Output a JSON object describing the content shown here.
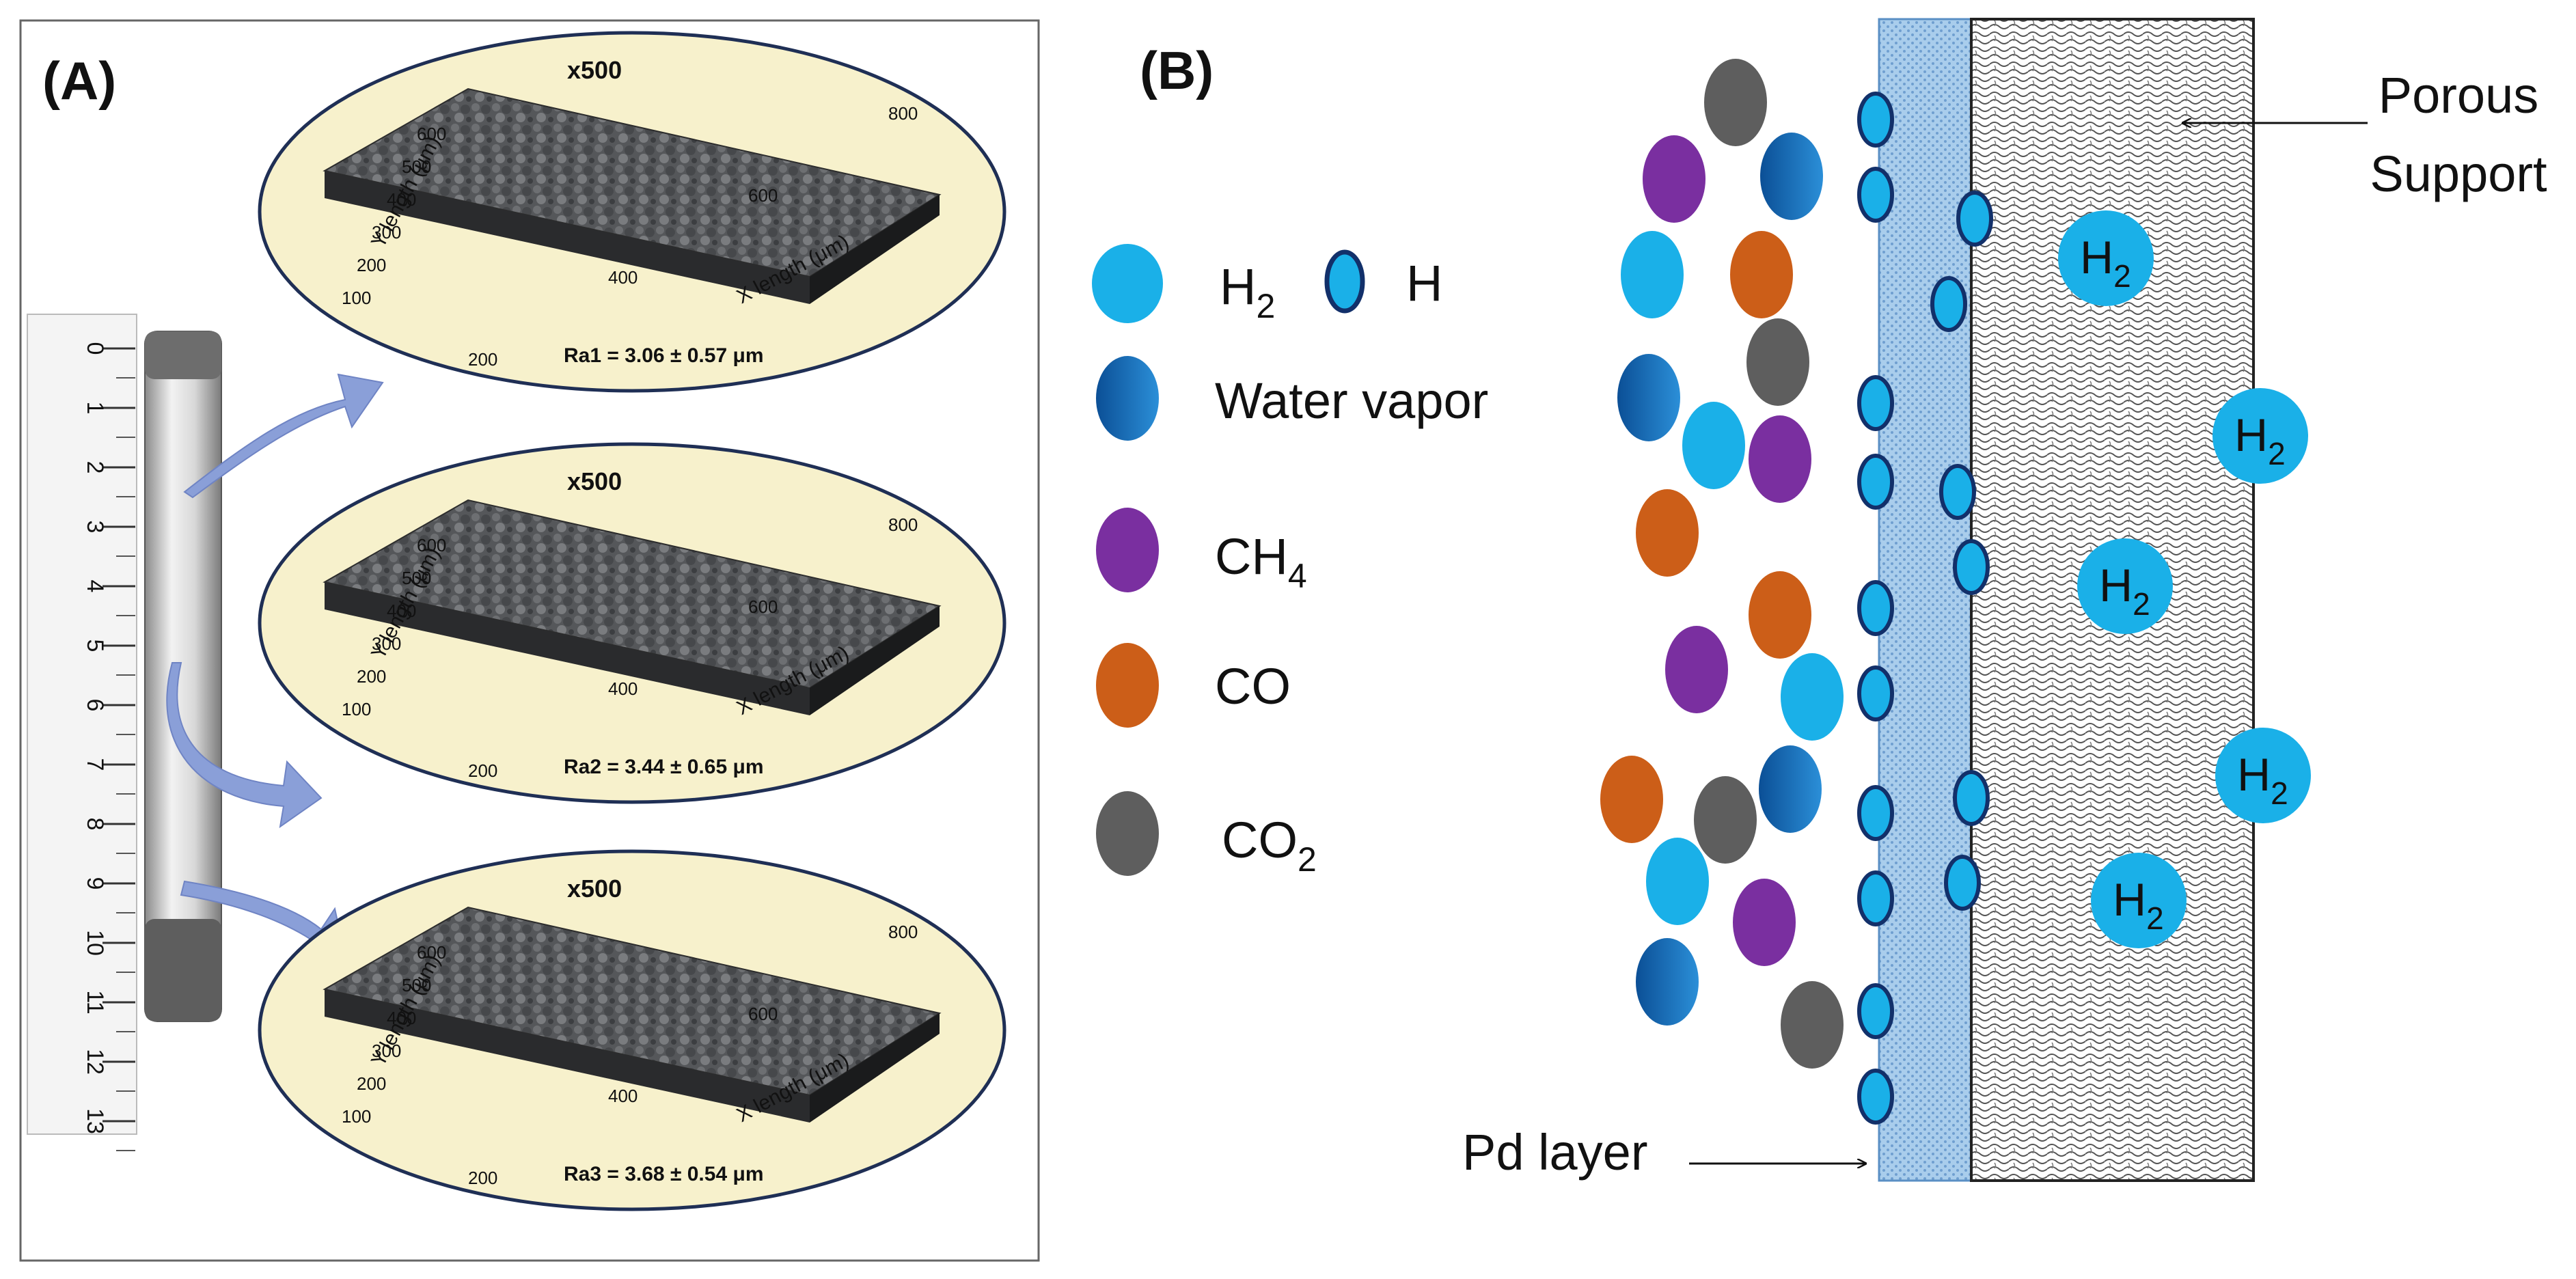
{
  "panel_a": {
    "label": "(A)",
    "ruler_numbers": [
      "0",
      "1",
      "2",
      "3",
      "4",
      "5",
      "6",
      "7",
      "8",
      "9",
      "10",
      "11",
      "12",
      "13"
    ],
    "scans": [
      {
        "magnification": "x500",
        "roughness": "Ra1 = 3.06 ± 0.57 μm",
        "x_axis": "X length (μm)",
        "y_axis": "Y length (μm)",
        "x_ticks": [
          "200",
          "400",
          "600",
          "800"
        ],
        "y_ticks": [
          "100",
          "200",
          "300",
          "400",
          "500",
          "600"
        ]
      },
      {
        "magnification": "x500",
        "roughness": "Ra2 = 3.44 ± 0.65 μm",
        "x_axis": "X length (μm)",
        "y_axis": "Y length (μm)",
        "x_ticks": [
          "200",
          "400",
          "600",
          "800"
        ],
        "y_ticks": [
          "100",
          "200",
          "300",
          "400",
          "500",
          "600"
        ]
      },
      {
        "magnification": "x500",
        "roughness": "Ra3 = 3.68 ± 0.54 μm",
        "x_axis": "X length (μm)",
        "y_axis": "Y length (μm)",
        "x_ticks": [
          "200",
          "400",
          "600",
          "800"
        ],
        "y_ticks": [
          "100",
          "200",
          "300",
          "400",
          "500",
          "600"
        ]
      }
    ]
  },
  "panel_b": {
    "label": "(B)",
    "legend": {
      "h2": "H",
      "h2_sub": "2",
      "h_atom": "H",
      "water": "Water vapor",
      "ch4": "CH",
      "ch4_sub": "4",
      "co": "CO",
      "co2": "CO",
      "co2_sub": "2"
    },
    "porous_support_line1": "Porous",
    "porous_support_line2": "Support",
    "pd_layer": "Pd layer",
    "permeate_label": "H",
    "permeate_sub": "2"
  },
  "colors": {
    "h2": "#1ab0e8",
    "water": "#1565b0",
    "ch4": "#7a2fa0",
    "co": "#cc5e18",
    "co2": "#5e5e5e",
    "pd_layer": "#a9cdec",
    "arrow_fill": "#8a9fd8",
    "ellipse_fill": "#f7f1cc"
  }
}
